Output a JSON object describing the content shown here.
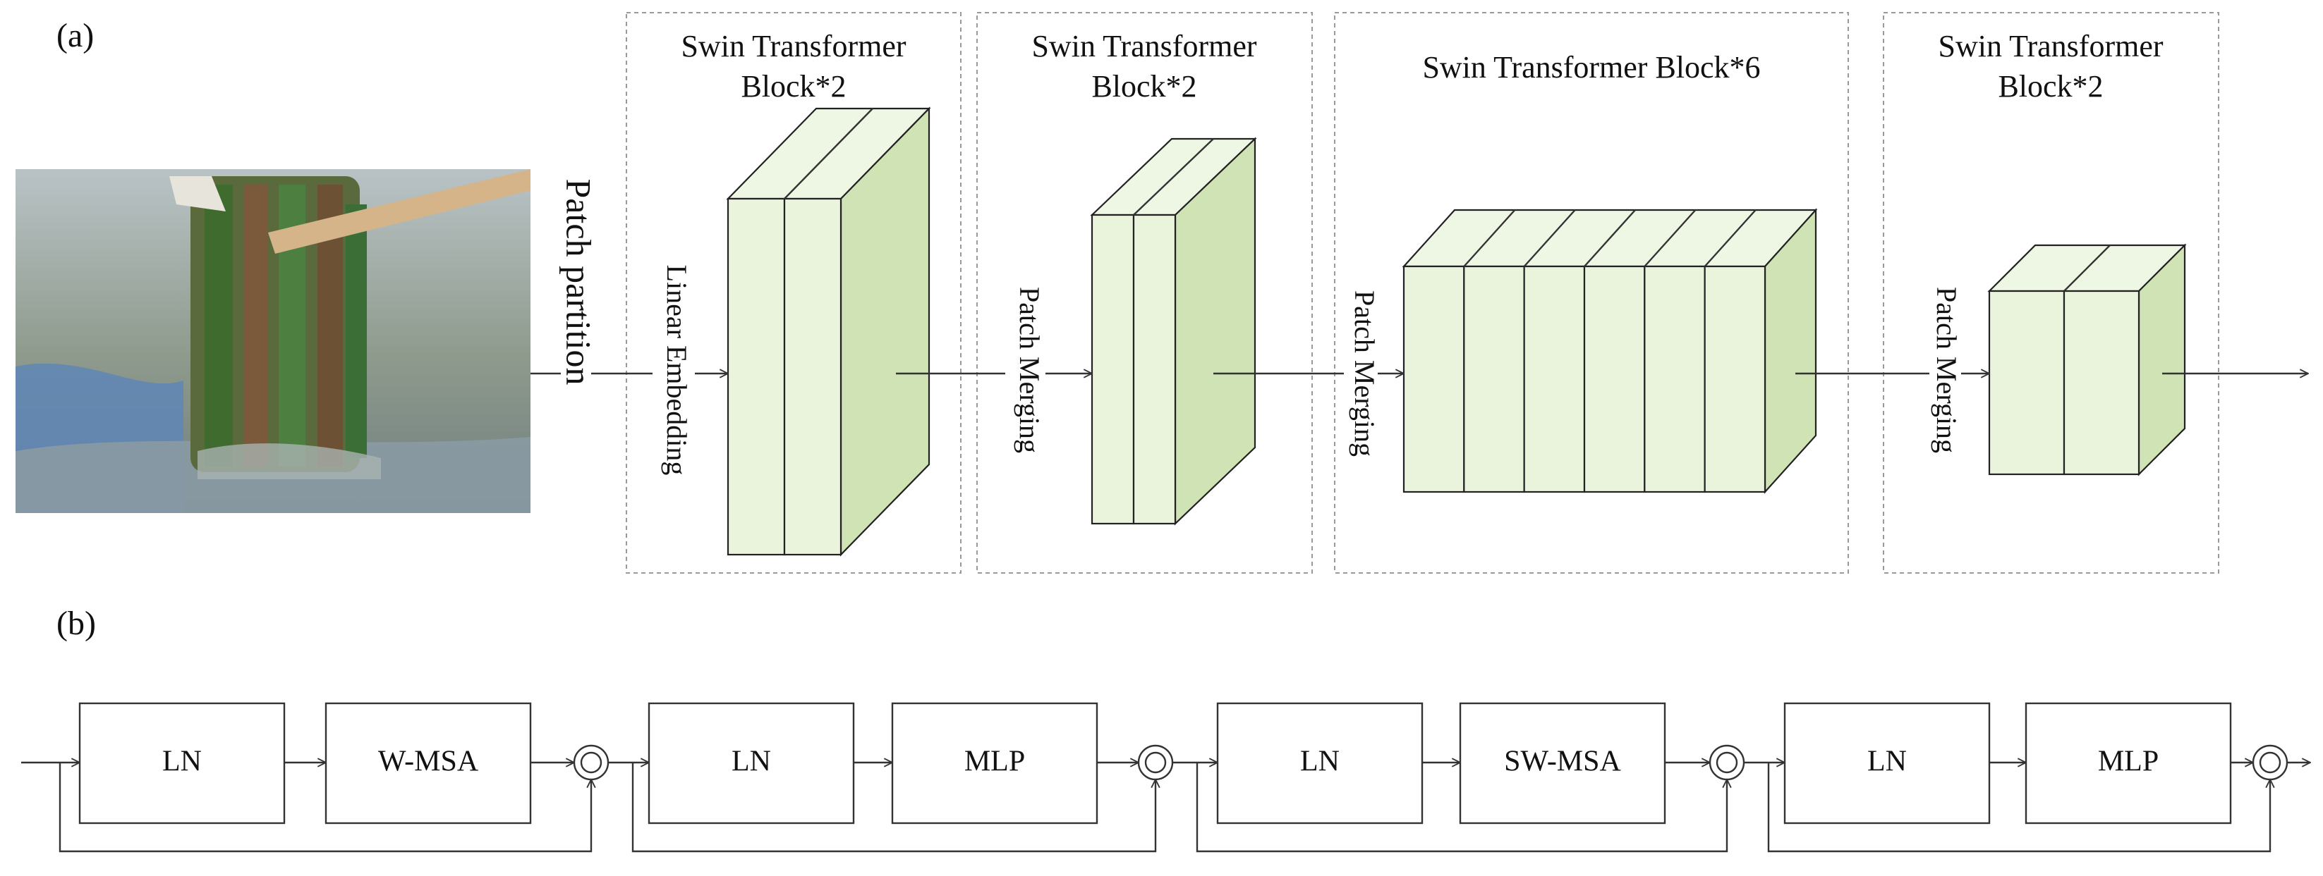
{
  "panel_labels": {
    "a": "(a)",
    "b": "(b)"
  },
  "stages": [
    {
      "title_lines": [
        "Swin Transformer",
        "Block*2"
      ],
      "entry": "Linear Embedding",
      "slices": 2
    },
    {
      "title_lines": [
        "Swin Transformer",
        "Block*2"
      ],
      "entry": "Patch Merging",
      "slices": 2
    },
    {
      "title_lines": [
        "Swin Transformer Block*6"
      ],
      "entry": "Patch Merging",
      "slices": 6
    },
    {
      "title_lines": [
        "Swin Transformer",
        "Block*2"
      ],
      "entry": "Patch Merging",
      "slices": 2
    }
  ],
  "patch_partition": "Patch partition",
  "input_image": "rice stem photograph",
  "block_chain": [
    {
      "norm": "LN",
      "op": "W-MSA"
    },
    {
      "norm": "LN",
      "op": "MLP"
    },
    {
      "norm": "LN",
      "op": "SW-MSA"
    },
    {
      "norm": "LN",
      "op": "MLP"
    }
  ],
  "colors": {
    "front": "#eaf4dc",
    "top": "#eef6e4",
    "side": "#cfe3b4",
    "frame": "#9a9a9a"
  },
  "icons": {
    "residual_add": "double-circle-icon"
  }
}
